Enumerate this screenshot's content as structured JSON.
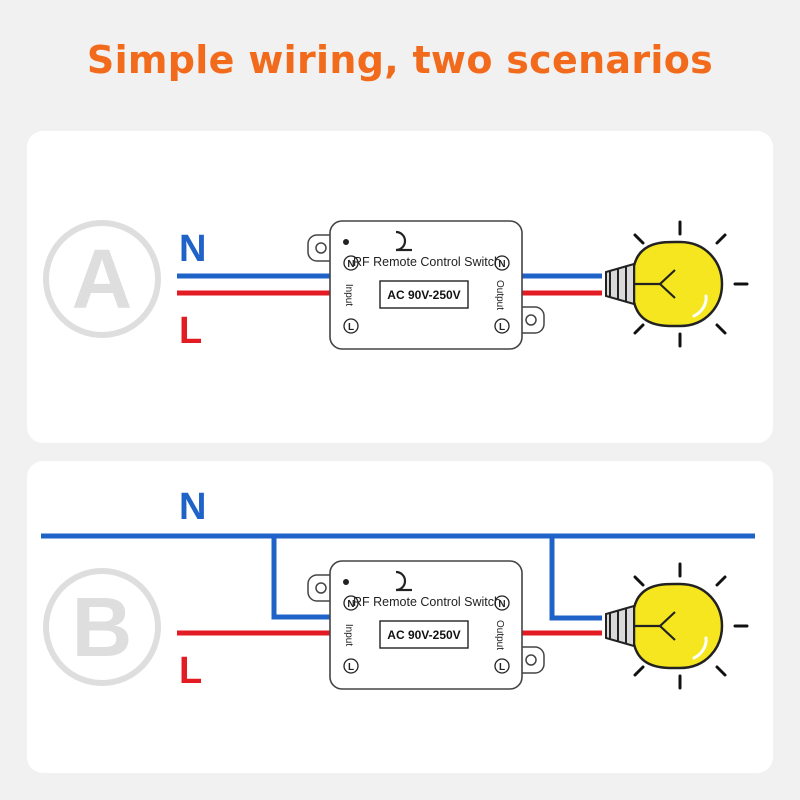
{
  "title": "Simple wiring, two scenarios",
  "scenario_a": {
    "badge": "A",
    "neutral_label": "N",
    "live_label": "L",
    "device": {
      "name": "RF Remote Control Switch",
      "voltage": "AC 90V-250V",
      "input_label": "Input",
      "output_label": "Output",
      "terminal_n": "N",
      "terminal_l": "L"
    }
  },
  "scenario_b": {
    "badge": "B",
    "neutral_label": "N",
    "live_label": "L",
    "device": {
      "name": "RF Remote Control Switch",
      "voltage": "AC 90V-250V",
      "input_label": "Input",
      "output_label": "Output",
      "terminal_n": "N",
      "terminal_l": "L"
    }
  },
  "colors": {
    "title": "#f26a1b",
    "neutral_wire": "#1f63c9",
    "live_wire": "#e31b23",
    "bulb": "#f5e620"
  },
  "icons": [
    "remote-symbol-icon",
    "light-bulb-icon",
    "light-rays-icon"
  ]
}
